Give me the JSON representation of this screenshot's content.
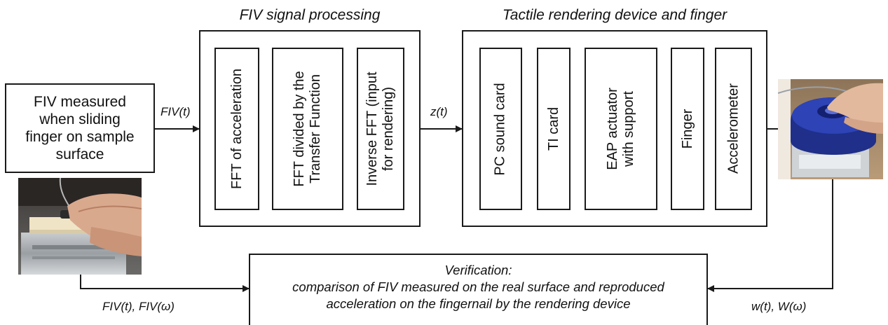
{
  "section_titles": {
    "processing": "FIV signal processing",
    "device": "Tactile rendering device and finger"
  },
  "input_box": {
    "lines": [
      "FIV measured",
      "when sliding",
      "finger on sample",
      "surface"
    ]
  },
  "processing_steps": [
    {
      "lines": [
        "FFT of acceleration"
      ]
    },
    {
      "lines": [
        "FFT divided by the",
        "Transfer Function"
      ]
    },
    {
      "lines": [
        "Inverse FFT (input",
        "for rendering)"
      ]
    }
  ],
  "device_chain": [
    {
      "lines": [
        "PC sound card"
      ]
    },
    {
      "lines": [
        "TI card"
      ]
    },
    {
      "lines": [
        "EAP actuator",
        "with support"
      ]
    },
    {
      "lines": [
        "Finger"
      ]
    },
    {
      "lines": [
        "Accelerometer"
      ]
    }
  ],
  "signals": {
    "fiv_t": "FIV(t)",
    "z_t": "z(t)",
    "fiv_t_w": "FIV(t), FIV(ω)",
    "w_t_w": "w(t), W(ω)"
  },
  "verification": {
    "title": "Verification:",
    "line1": "comparison of FIV measured on the real surface and reproduced",
    "line2": "acceleration on the fingernail by the rendering device"
  }
}
